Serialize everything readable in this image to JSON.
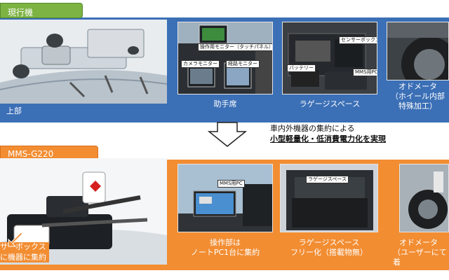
{
  "current": {
    "tag": "現行機",
    "captions": {
      "roof": "上部",
      "passenger": "助手席",
      "luggage": "ラゲージスペース",
      "odometer_line1": "オドメータ",
      "odometer_line2": "（ホイール内部",
      "odometer_line3": "特殊加工）"
    },
    "labels": {
      "operation_monitor": "操作用モニター（タッチパネル）",
      "camera_monitor": "カメラモニター",
      "route_monitor": "経路モニター",
      "sensor_box": "センサーボックス",
      "battery": "バッテリー",
      "mms_pc": "MMS用PC"
    }
  },
  "summary": {
    "line1": "車内外機器の集約による",
    "line2": "小型軽量化・低消費電力化を実現"
  },
  "new": {
    "tag": "MMS-G220",
    "captions": {
      "sensor_line1": "サーボックスを",
      "sensor_line2": "に機器に集約",
      "operation_line1": "操作部は",
      "operation_line2": "ノートPC1台に集約",
      "luggage_line1": "ラゲージスペース",
      "luggage_line2": "フリー化（搭載物無）",
      "odometer_line1": "オドメータ",
      "odometer_line2": "（ユーザーにて着"
    },
    "labels": {
      "mms_pc": "MMS用PC",
      "luggage": "ラゲージスペース"
    }
  },
  "colors": {
    "current_band": "#3b6fb6",
    "new_band": "#f28d32",
    "current_tag": "#7cb342"
  }
}
